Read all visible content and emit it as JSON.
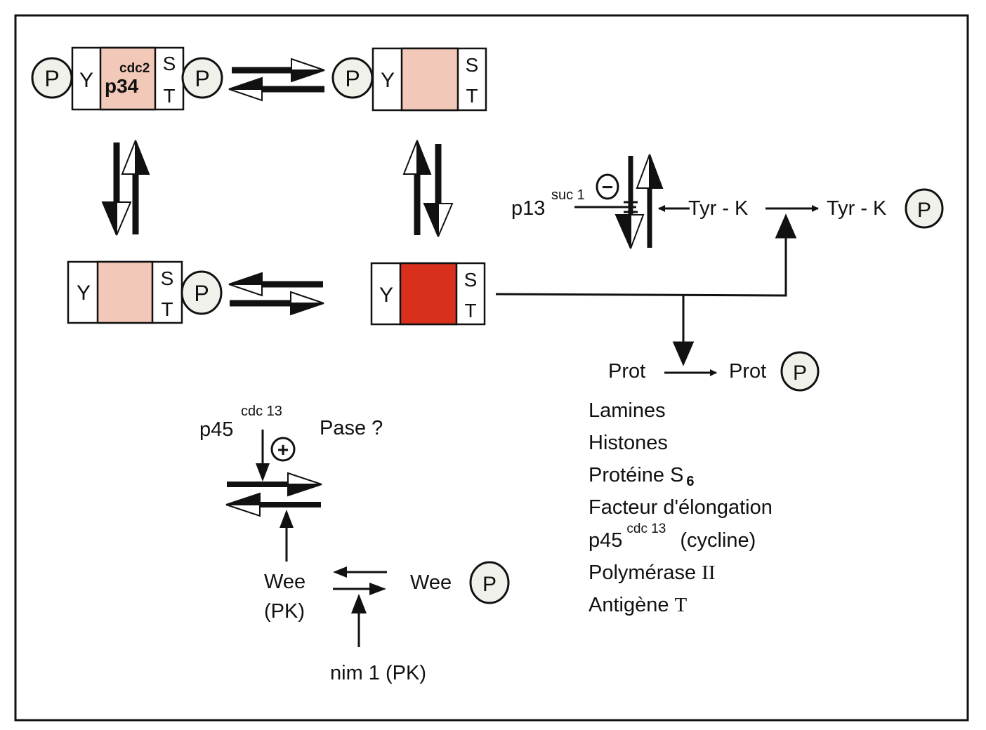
{
  "colors": {
    "ink": "#111111",
    "inactive_kinase": "#f2c9b8",
    "active_kinase": "#d8301c",
    "phosphate_fill": "#f1f1ec",
    "background": "#ffffff"
  },
  "complexes": {
    "top_left": {
      "left_site": "Y",
      "right_site_top": "S",
      "right_site_bottom": "T",
      "name_main": "p34",
      "name_sup": "cdc2",
      "state": "inactive"
    },
    "top_right": {
      "left_site": "Y",
      "right_site_top": "S",
      "right_site_bottom": "T",
      "state": "inactive"
    },
    "bottom_left": {
      "left_site": "Y",
      "right_site_top": "S",
      "right_site_bottom": "T",
      "state": "inactive"
    },
    "bottom_right": {
      "left_site": "Y",
      "right_site_top": "S",
      "right_site_bottom": "T",
      "state": "active"
    }
  },
  "phosphate": {
    "symbol": "P"
  },
  "p13": {
    "main": "p13",
    "sup": "suc 1",
    "effect_sign": "−"
  },
  "tyrk": {
    "substrate": "Tyr - K",
    "product": "Tyr - K"
  },
  "prot": {
    "substrate": "Prot",
    "product": "Prot"
  },
  "substrates": {
    "items": [
      {
        "main": "Lamines"
      },
      {
        "main": "Histones"
      },
      {
        "main": "Protéine S",
        "sub": "6"
      },
      {
        "main": "Facteur d'élongation"
      },
      {
        "main": "p45",
        "sup": "cdc 13",
        "suffix": "(cycline)"
      },
      {
        "main": "Polymérase ",
        "roman": "II"
      },
      {
        "main": "Antigène ",
        "roman": "T"
      }
    ]
  },
  "regulators": {
    "p45_main": "p45",
    "p45_sup": "cdc 13",
    "p45_effect_sign": "+",
    "pase": "Pase ?",
    "wee_line1": "Wee",
    "wee_line2": "(PK)",
    "wee_p": "Wee",
    "nim1": "nim 1 (PK)"
  }
}
